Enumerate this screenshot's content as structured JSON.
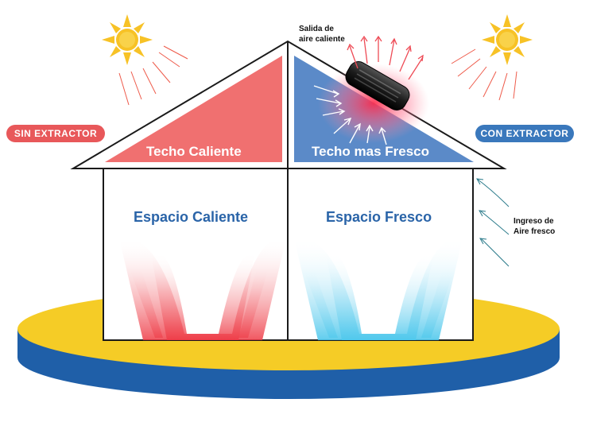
{
  "labels": {
    "sin_extractor": "SIN EXTRACTOR",
    "con_extractor": "CON EXTRACTOR",
    "salida_line1": "Salida de",
    "salida_line2": "aire caliente",
    "techo_caliente": "Techo Caliente",
    "techo_fresco": "Techo mas Fresco",
    "espacio_caliente": "Espacio Caliente",
    "espacio_fresco": "Espacio Fresco",
    "ingreso_line1": "Ingreso de",
    "ingreso_line2": "Aire fresco"
  },
  "colors": {
    "hot_red": "#f07070",
    "cool_blue": "#5b8ac8",
    "pill_red": "#e8585a",
    "pill_blue": "#3a78bc",
    "platform_yellow": "#f5cc26",
    "platform_blue": "#1f5fa8",
    "sun": "#f7c226",
    "warm_air": "#ee3a45",
    "cool_air": "#4fc8ec",
    "outline": "#1a1a1a"
  },
  "icons": {
    "sun_left": "sun-icon",
    "sun_right": "sun-icon",
    "extractor": "roof-extractor-icon",
    "fresh_air_arrows": "air-arrows-icon"
  }
}
